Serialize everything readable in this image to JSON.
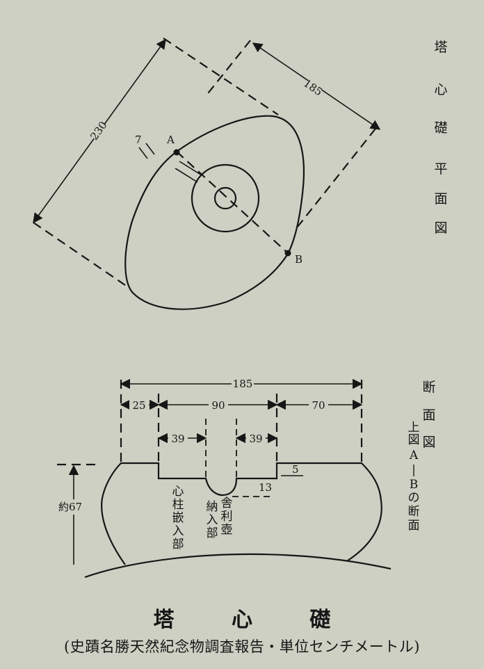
{
  "plan": {
    "title": [
      "塔",
      "心",
      "礎",
      "平",
      "面",
      "図"
    ],
    "dims": {
      "length": "230",
      "width": "185",
      "offset": "7"
    },
    "points": {
      "a": "A",
      "b": "B"
    }
  },
  "section": {
    "title": [
      "断",
      "面",
      "図"
    ],
    "note": [
      "上",
      "図",
      "A",
      "|",
      "B",
      "の",
      "断",
      "面"
    ],
    "dims": {
      "total": "185",
      "left": "25",
      "middle": "90",
      "right": "70",
      "inner_left": "39",
      "inner_right": "39",
      "step": "5",
      "cup_depth": "13",
      "height": "約67"
    },
    "labels": {
      "pillar": [
        "心",
        "柱",
        "嵌",
        "入",
        "部"
      ],
      "relic_a": [
        "舎",
        "利",
        "壺"
      ],
      "relic_b": [
        "納",
        "入",
        "部"
      ]
    }
  },
  "caption": {
    "main": "塔 心 礎",
    "sub": "(史蹟名勝天然紀念物調査報告・単位センチメートル)"
  }
}
